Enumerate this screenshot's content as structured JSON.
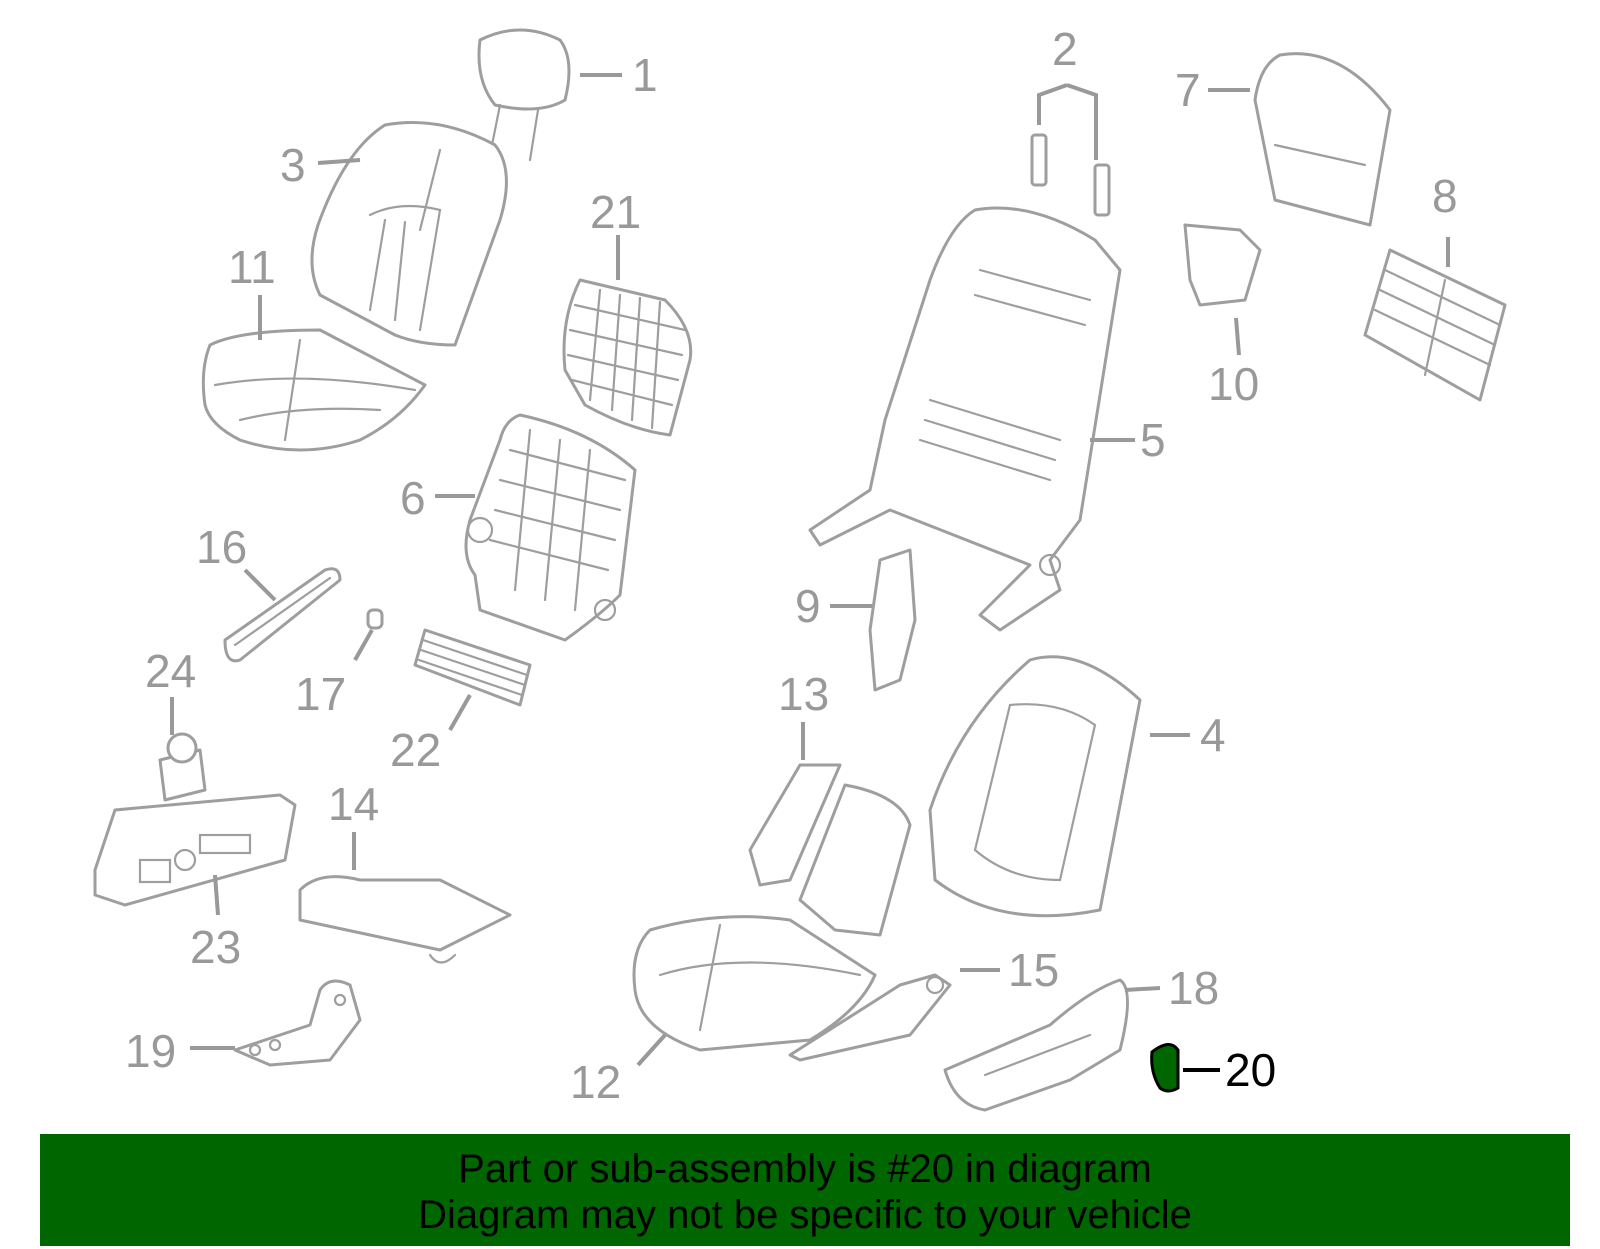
{
  "callouts": [
    {
      "id": "1",
      "label": "1"
    },
    {
      "id": "2",
      "label": "2"
    },
    {
      "id": "3",
      "label": "3"
    },
    {
      "id": "4",
      "label": "4"
    },
    {
      "id": "5",
      "label": "5"
    },
    {
      "id": "6",
      "label": "6"
    },
    {
      "id": "7",
      "label": "7"
    },
    {
      "id": "8",
      "label": "8"
    },
    {
      "id": "9",
      "label": "9"
    },
    {
      "id": "10",
      "label": "10"
    },
    {
      "id": "11",
      "label": "11"
    },
    {
      "id": "12",
      "label": "12"
    },
    {
      "id": "13",
      "label": "13"
    },
    {
      "id": "14",
      "label": "14"
    },
    {
      "id": "15",
      "label": "15"
    },
    {
      "id": "16",
      "label": "16"
    },
    {
      "id": "17",
      "label": "17"
    },
    {
      "id": "18",
      "label": "18"
    },
    {
      "id": "19",
      "label": "19"
    },
    {
      "id": "20",
      "label": "20"
    },
    {
      "id": "21",
      "label": "21"
    },
    {
      "id": "22",
      "label": "22"
    },
    {
      "id": "23",
      "label": "23"
    },
    {
      "id": "24",
      "label": "24"
    }
  ],
  "highlighted_part": "20",
  "banner": {
    "line1": "Part or sub-assembly is #20 in diagram",
    "line2": "Diagram may not be specific to your vehicle"
  },
  "colors": {
    "banner_background": "#006600",
    "highlight_fill": "#006600",
    "part_outline": "#9e9e9e",
    "callout_text": "#999999",
    "active_text": "#000000"
  }
}
